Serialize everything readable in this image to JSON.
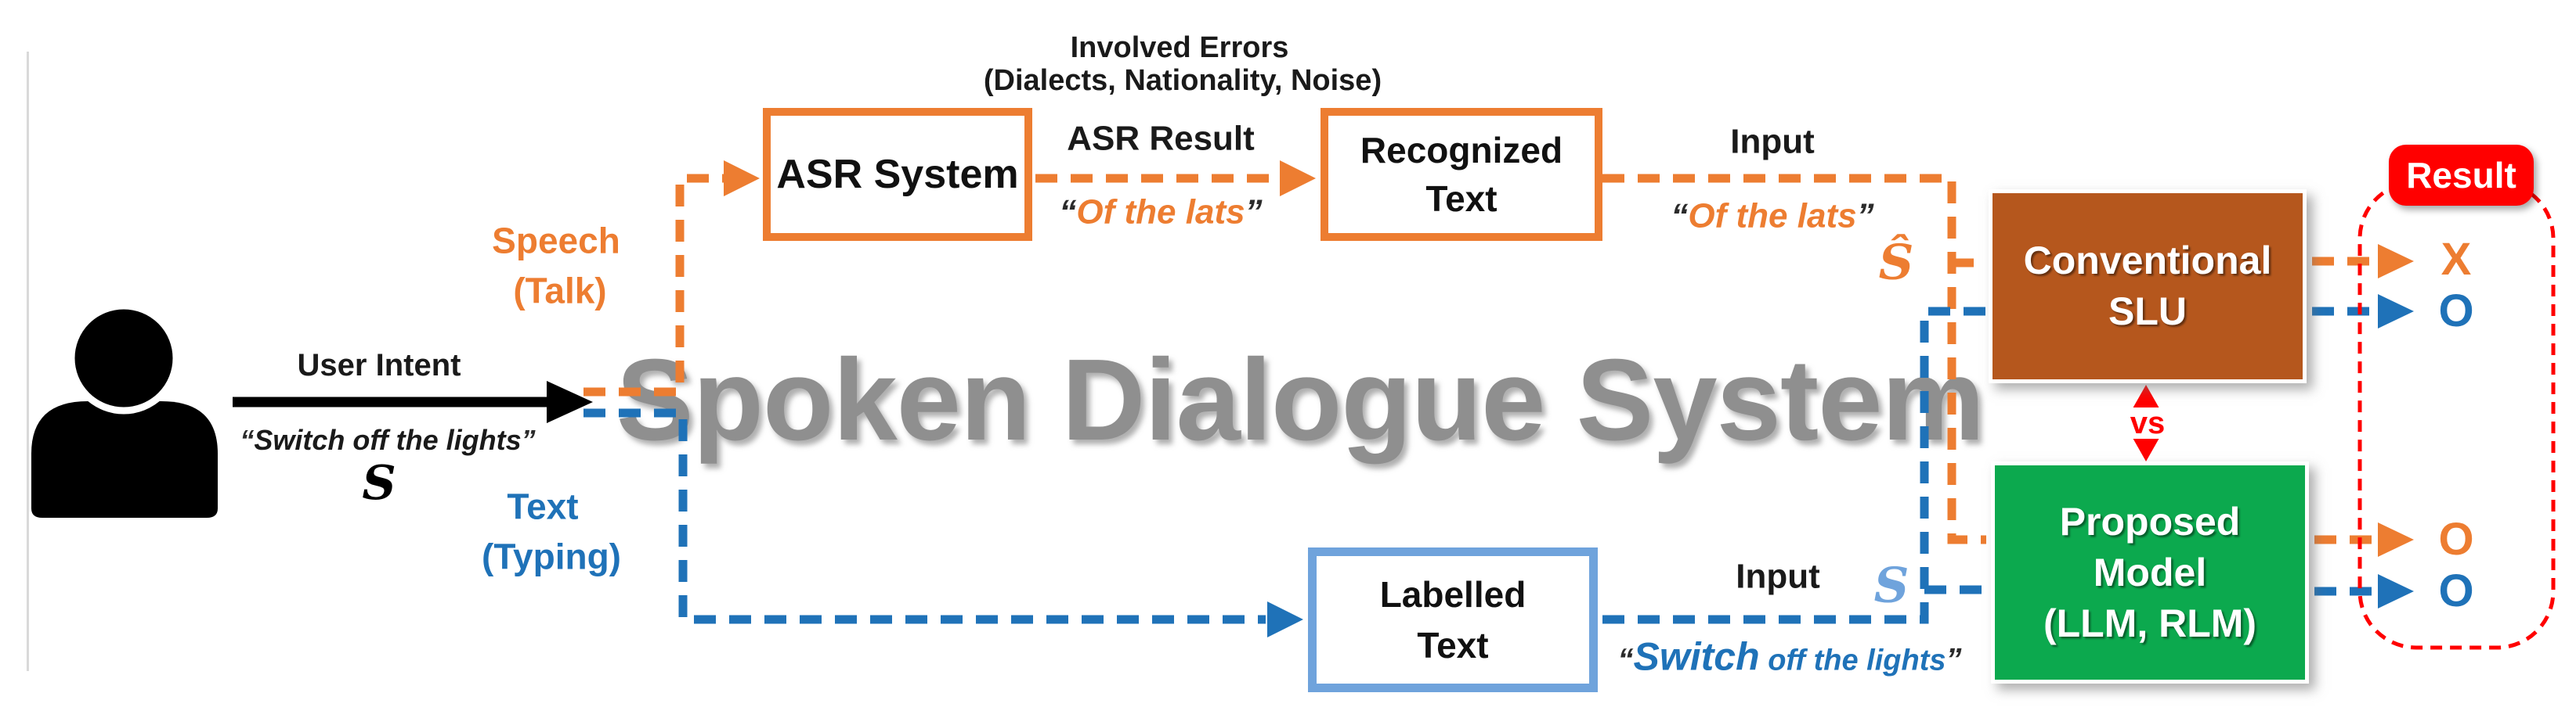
{
  "colors": {
    "orange": "#ED7D31",
    "blue": "#1F72B8",
    "light_blue": "#6FA3DC",
    "brown_box": "#B5571D",
    "green_box": "#0CA94E",
    "red": "#FF0000",
    "title_gray": "#8F8F8F"
  },
  "title": "Spoken Dialogue System",
  "punct": {
    "open_quote": "“",
    "close_quote": "”"
  },
  "user_section": {
    "intent_label": "User Intent",
    "utterance": "Switch off the lights",
    "symbol": "S",
    "speech_label_1": "Speech",
    "speech_label_2": "(Talk)",
    "text_label_1": "Text",
    "text_label_2": "(Typing)"
  },
  "speech_path": {
    "errors_note_1": "Involved Errors",
    "errors_note_2": "(Dialects, Nationality, Noise)",
    "asr_box_label": "ASR System",
    "asr_result_label": "ASR Result",
    "asr_result_value": "Of the lats",
    "recognized_box_1": "Recognized",
    "recognized_box_2": "Text",
    "input_label": "Input",
    "input_value": "Of the lats",
    "symbol": "Ŝ"
  },
  "text_path": {
    "labelled_box_1": "Labelled",
    "labelled_box_2": "Text",
    "input_label": "Input",
    "input_value_emph": "Switch",
    "input_value_rest": " off the lights",
    "symbol": "S"
  },
  "models": {
    "conventional_1": "Conventional",
    "conventional_2": "SLU",
    "versus": "vs",
    "proposed_1": "Proposed",
    "proposed_2": "Model",
    "proposed_3": "(LLM, RLM)"
  },
  "result": {
    "badge": "Result",
    "conventional_speech": "X",
    "conventional_text": "O",
    "proposed_speech": "O",
    "proposed_text": "O"
  }
}
